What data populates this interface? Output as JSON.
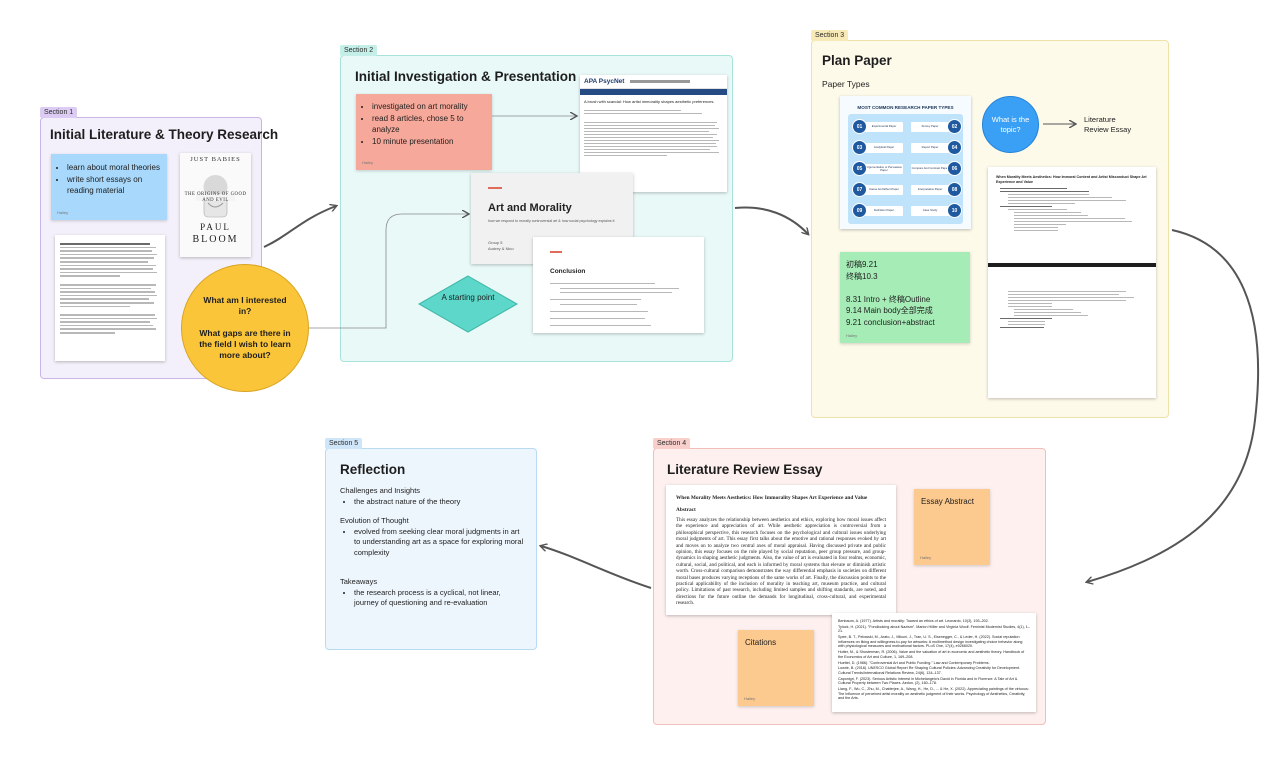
{
  "colors": {
    "section1_bg": "#f4f0fb",
    "section1_border": "#c9b6e8",
    "section2_bg": "#e8f9f7",
    "section2_border": "#a7e3da",
    "section3_bg": "#fdfaea",
    "section3_border": "#efe2a8",
    "section4_bg": "#fdf0ef",
    "section4_border": "#f0bfbb",
    "section5_bg": "#eef6fd",
    "section5_border": "#b9dbf2",
    "sticky_blue": "#a8d8fb",
    "sticky_salmon": "#f6a99a",
    "sticky_green": "#a6ecb6",
    "sticky_orange": "#fcc98e",
    "circle_yellow": "#fbc53a",
    "circle_blue": "#3aa0f5",
    "diamond_teal": "#5cd7c9",
    "connector": "#555555"
  },
  "section1": {
    "tag": "Section 1",
    "title": "Initial Literature & Theory Research",
    "sticky_items": [
      "learn about moral theories",
      "write short essays on reading material"
    ],
    "sticky_footer": "Hailey",
    "book": {
      "top": "JUST BABIES",
      "middle": "THE ORIGINS OF GOOD AND EVIL",
      "author_first": "PAUL",
      "author_last": "BLOOM"
    },
    "circle_text": "What am I interested in?\n\nWhat gaps are there in the field I wish to learn more about?"
  },
  "section2": {
    "tag": "Section 2",
    "title": "Initial Investigation & Presentation",
    "sticky_items": [
      "investigated on art morality",
      "read 8 articles, chose 5 to analyze",
      "10 minute presentation"
    ],
    "sticky_footer": "Hailey",
    "psycnet_brand": "APA PsycNet",
    "psycnet_headline": "A brush with scandal: How artist immorality shapes aesthetic preferences.",
    "slide_title": "Art and Morality",
    "slide_sub": "how we respond to morally controversial art & how social psychology explains it",
    "slide_group": "Group 5",
    "slide_names": "Audrey & Nico",
    "conclusion_title": "Conclusion",
    "diamond_text": "A starting point"
  },
  "section3": {
    "tag": "Section 3",
    "title": "Plan Paper",
    "subtitle": "Paper Types",
    "infographic_title": "MOST COMMON RESEARCH PAPER TYPES",
    "paper_types": [
      {
        "n": "01",
        "label": "Experimental Paper"
      },
      {
        "n": "02",
        "label": "Survey Paper"
      },
      {
        "n": "03",
        "label": "Analytical Paper"
      },
      {
        "n": "04",
        "label": "Report Paper"
      },
      {
        "n": "05",
        "label": "Argumentative or Persuasive Paper"
      },
      {
        "n": "06",
        "label": "Compare And Contrast Paper"
      },
      {
        "n": "07",
        "label": "Cause And Effect Paper"
      },
      {
        "n": "08",
        "label": "Interpretative Paper"
      },
      {
        "n": "09",
        "label": "Definition Paper"
      },
      {
        "n": "10",
        "label": "Case Study"
      }
    ],
    "circle_text": "What is the topic?",
    "answer_text": "Literature Review Essay",
    "schedule_lines": [
      "初稿9.21",
      "终稿10.3",
      "",
      "8.31 Intro + 终稿Outline",
      "9.14 Main body全部完成",
      "9.21 conclusion+abstract"
    ],
    "schedule_footer": "Hailey",
    "outline_title": "When Morality Meets Aesthetics: How Immoral Content and Artist Misconduct Shape Art Experience and Value"
  },
  "section4": {
    "tag": "Section 4",
    "title": "Literature Review Essay",
    "essay_title": "When Morality Meets Aesthetics: How Immorality Shapes Art Experience and Value",
    "abstract_heading": "Abstract",
    "abstract_text": "This essay analyzes the relationship between aesthetics and ethics, exploring how moral issues affect the experience and appreciation of art. While aesthetic appreciation is controversial from a philosophical perspective, this research focuses on the psychological and cultural issues underlying moral judgments of art. This essay first talks about the emotive and rational responses evoked by art and moves on to analyze two central axes of moral appraisal. Having discussed private and public opinion, this essay focuses on the role played by social reputation, peer group pressure, and group-dynamics in shaping aesthetic judgments. Also, the value of art is evaluated in four realms, economic, cultural, social, and political, and each is informed by moral systems that elevate or diminish artistic worth. Cross-cultural comparison demonstrates the way differential emphasis in societies on different moral bases produces varying receptions of the same works of art. Finally, the discussion points to the practical applicability of the inclusion of morality in teaching art, museum practice, and cultural policy. Limitations of past research, including limited samples and shifting standards, are noted, and directions for the future outline the demands for longitudinal, cross-cultural, and experimental research.",
    "sticky_abstract": "Essay Abstract",
    "sticky_citations": "Citations",
    "sticky_footer": "Hailey",
    "citations": [
      "Benbaum, A. (1977). Artists and morality: Toward an ethics of art. Leonardo, 10(3), 193–202.",
      "Tylock, H. (2021). \"Fondlooking about Nazism\". Marion Hillier and Virginia Woolf. Feminist Modernist Studies, 4(1), 1–21.",
      "Spee, B. T., Pelowski, M., Arato, J., Mikuni, J., Tran, U. S., Eisenegger, C., & Leder, H. (2022). Social reputation influences on liking and willingness-to-pay for artworks: A multimethod design investigating choice behavior along with physiological measures and motivational factors. PLoS One, 17(4), e0266020.",
      "Hutter, M., & Shusterman, R. (2006). Value and the valuation of art in economic and aesthetic theory. Handbook of the Economics of Art and Culture, 1, 169–208.",
      "Huettel, D. (1986). \"Controversial Art and Public Funding.\" Law and Contemporary Problems.",
      "Lowrie, B. (2018). UNESCO Global Report Re Shaping Cultural Policies: Advancing Creativity for Development. Cultural Trends/International Relations Review, 24(6), 134–137.",
      "Caponigri, F. (2023). Serious Artistic Interest in Michelangelo's David in Florida and in Florence: A Tale of Art & Cultural Property between Two Places. Aedon, (2), 160–178.",
      "Liang, F., Wu, C., Zhu, M., Chatterjee, A., Wang, H., He, D., ... & He, X. (2022). Appreciating paintings of the virtuous: The influence of perceived artist morality on aesthetic judgment of their works. Psychology of Aesthetics, Creativity, and the Arts."
    ]
  },
  "section5": {
    "tag": "Section 5",
    "title": "Reflection",
    "blocks": [
      {
        "heading": "Challenges and Insights",
        "items": [
          "the abstract nature of the theory"
        ]
      },
      {
        "heading": "Evolution of Thought",
        "items": [
          "evolved from seeking clear moral judgments in art to understanding art as a space for exploring moral complexity"
        ]
      },
      {
        "heading": "Takeaways",
        "items": [
          "the research process is a cyclical, not linear, journey of questioning and re-evaluation"
        ]
      }
    ]
  }
}
